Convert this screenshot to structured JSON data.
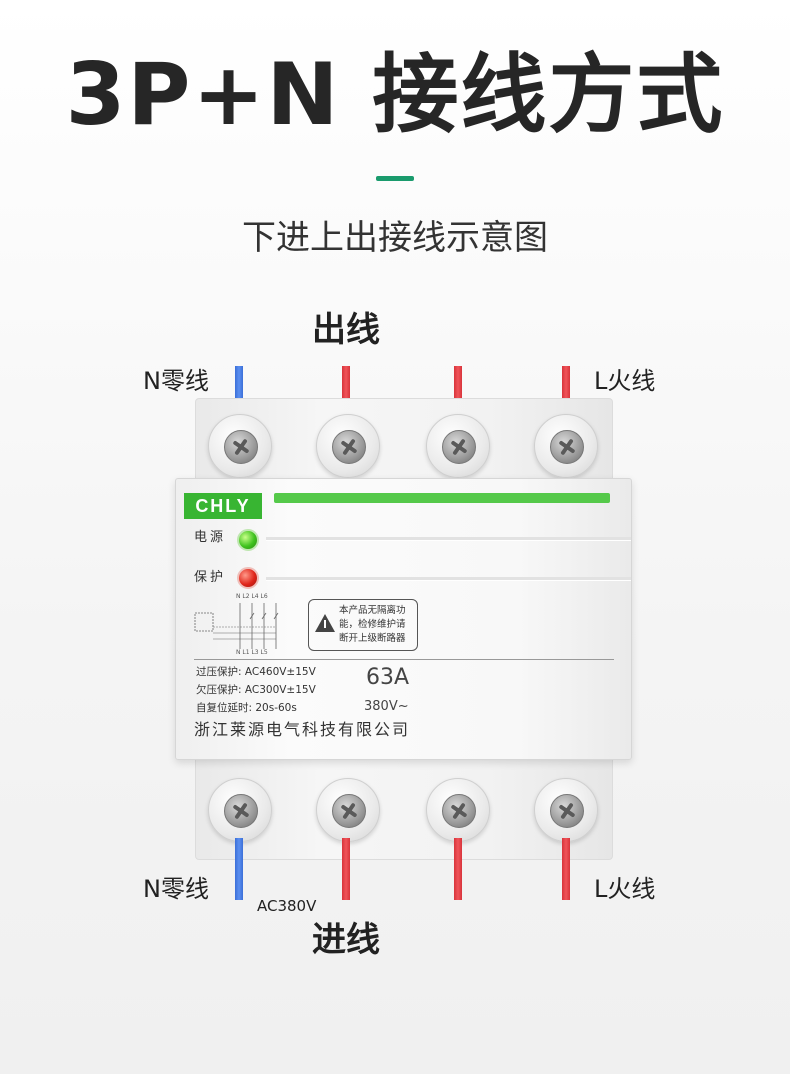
{
  "title": "3P+N 接线方式",
  "subtitle": "下进上出接线示意图",
  "labels": {
    "output": "出线",
    "input": "进线",
    "n_top": "N零线",
    "l_top": "L火线",
    "n_bottom": "N零线",
    "l_bottom": "L火线",
    "ac": "AC380V"
  },
  "device": {
    "brand": "CHLY",
    "power_label": "电源",
    "protect_label": "保护",
    "warning": [
      "本产品无隔离功",
      "能，检修维护请",
      "断开上级断路器"
    ],
    "specs": [
      "过压保护:  AC460V±15V",
      "欠压保护:  AC300V±15V",
      "自复位延时:  20s-60s"
    ],
    "rating": "63A",
    "voltage": "380V~",
    "company": "浙江莱源电气科技有限公司",
    "diagram_top": "N  L2  L4  L6",
    "diagram_bottom": "N  L1  L3  L5"
  },
  "colors": {
    "accent": "#1a9b6d",
    "neutral_wire": "#3b6fd8",
    "live_wire": "#d8343b",
    "brand_green": "#38b532"
  }
}
